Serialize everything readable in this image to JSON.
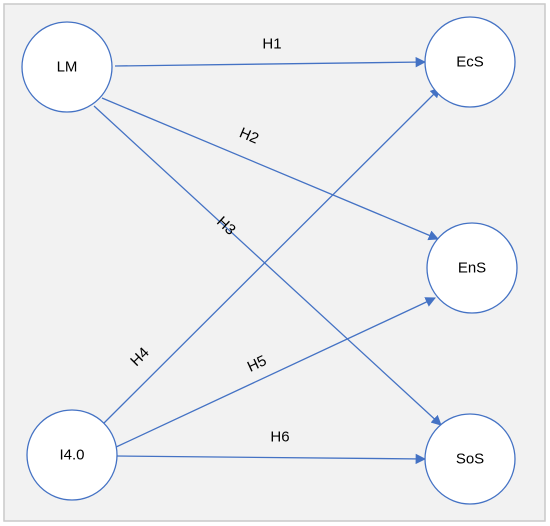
{
  "diagram": {
    "nodes": {
      "lm": "LM",
      "i40": "I4.0",
      "ecs": "EcS",
      "ens": "EnS",
      "sos": "SoS"
    },
    "hypotheses": {
      "h1": "H1",
      "h2": "H2",
      "h3": "H3",
      "h4": "H4",
      "h5": "H5",
      "h6": "H6"
    },
    "colors": {
      "stroke": "#4472c4",
      "frame": "#c9c9c9",
      "background": "#f2f2f2"
    }
  }
}
